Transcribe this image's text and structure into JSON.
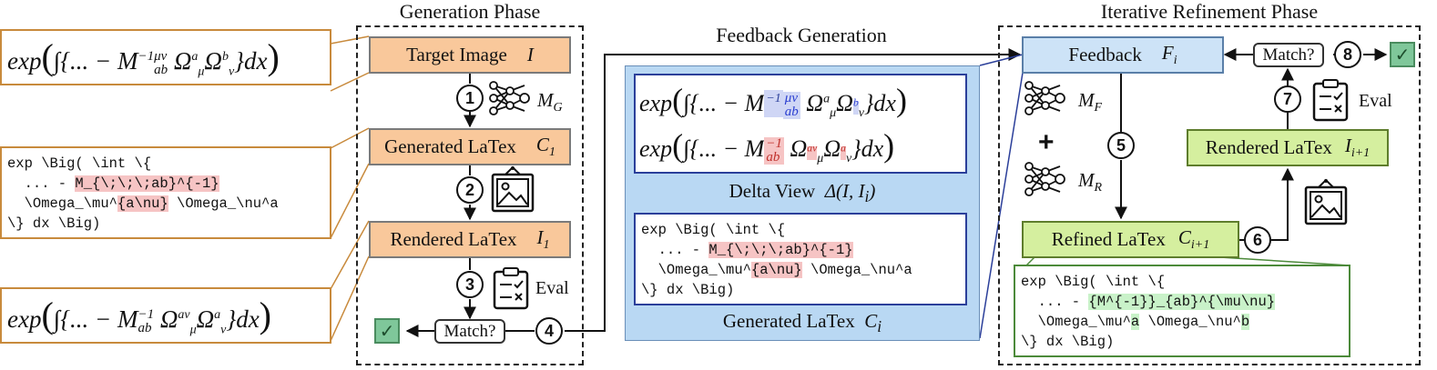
{
  "phases": {
    "generation": "Generation Phase",
    "feedback": "Feedback Generation",
    "refinement": "Iterative Refinement Phase"
  },
  "left": {
    "target_formula": "exp( ∫{... − M⁻¹ᵃᵇ^μν Ωᵃμ Ωᵇν}dx)",
    "generated_code": [
      "exp \\Big( \\int \\{",
      "  ... - ",
      "M_{\\;\\;\\;ab}^{-1}",
      "  \\Omega_\\mu^",
      "{a\\nu}",
      " \\Omega_\\nu^a",
      "\\} dx \\Big)"
    ],
    "rendered_formula": "exp( ∫{... − M⁻¹ₐᵦ Ωᵃᵛμ Ωᵃν}dx)"
  },
  "generation": {
    "target_label": "Target Image",
    "target_var": "I",
    "generated_label": "Generated LaTex",
    "generated_var": "C",
    "generated_sub": "1",
    "rendered_label": "Rendered LaTex",
    "rendered_var": "I",
    "rendered_sub": "1",
    "model_label": "M",
    "model_sub": "G",
    "eval_label": "Eval",
    "match_label": "Match?",
    "steps": [
      "1",
      "2",
      "3",
      "4"
    ]
  },
  "feedback": {
    "delta_label": "Delta View",
    "delta_math": "Δ(I, I",
    "delta_sub": "i",
    "generated_label": "Generated LaTex",
    "generated_var": "C",
    "generated_sub": "i",
    "code": [
      "exp \\Big( \\int \\{",
      "  ... - ",
      "M_{\\;\\;\\;ab}^{-1}",
      "  \\Omega_\\mu^",
      "{a\\nu}",
      " \\Omega_\\nu^a",
      "\\} dx \\Big)"
    ]
  },
  "refinement": {
    "feedback_label": "Feedback",
    "feedback_var": "F",
    "feedback_sub": "i",
    "match_label": "Match?",
    "rendered_label": "Rendered LaTex",
    "rendered_var": "I",
    "rendered_sub": "i+1",
    "refined_label": "Refined LaTex",
    "refined_var": "C",
    "refined_sub": "i+1",
    "eval_label": "Eval",
    "model_f": "M",
    "model_f_sub": "F",
    "model_r": "M",
    "model_r_sub": "R",
    "plus": "+",
    "steps": [
      "5",
      "6",
      "7",
      "8"
    ],
    "code": [
      "exp \\Big( \\int \\{",
      "  ... - ",
      "{M^{-1}}_{ab}^{\\mu\\nu}",
      "  \\Omega_\\mu^",
      "a",
      " \\Omega_\\nu^",
      "b",
      "\\} dx \\Big)"
    ]
  },
  "colors": {
    "orange": "#f9c89b",
    "blue": "#cde3f7",
    "green": "#d5ef9f",
    "red_highlight": "#f6c4c4",
    "green_highlight": "#c9f2c9"
  }
}
